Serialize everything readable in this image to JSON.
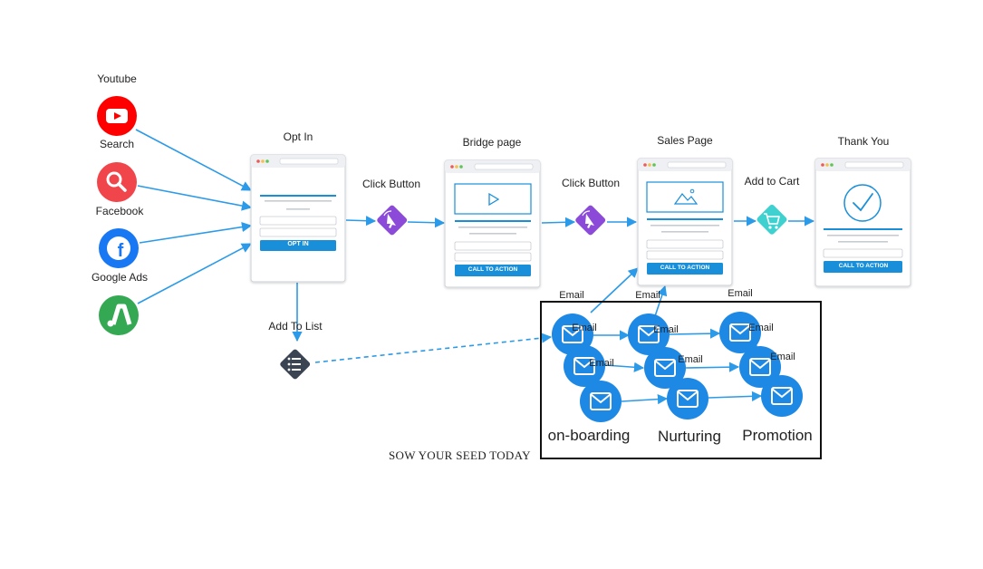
{
  "sources": {
    "youtube_label": "Youtube",
    "search_label": "Search",
    "facebook_label": "Facebook",
    "google_ads_label": "Google Ads"
  },
  "pages": {
    "opt_in": {
      "title": "Opt In",
      "button": "OPT IN"
    },
    "bridge": {
      "title": "Bridge page",
      "button": "CALL TO ACTION"
    },
    "sales": {
      "title": "Sales Page",
      "button": "CALL TO ACTION"
    },
    "thank_you": {
      "title": "Thank You",
      "button": "CALL TO ACTION"
    }
  },
  "steps": {
    "click_button_1": "Click Button",
    "click_button_2": "Click Button",
    "add_to_cart": "Add to Cart",
    "add_to_list": "Add To List"
  },
  "emails": {
    "label": "Email",
    "top_labels": [
      "Email",
      "Email",
      "Email"
    ],
    "sequences": [
      "on-boarding",
      "Nurturing",
      "Promotion"
    ]
  },
  "footer_text": "SOW YOUR SEED TODAY",
  "colors": {
    "arrow": "#2b9ae8",
    "youtube": "#ff0000",
    "search": "#f0454b",
    "facebook": "#1877f2",
    "google_ads": "#34a853",
    "click_step": "#8b4bd8",
    "cart_step": "#3fd1cf",
    "list_step": "#3b4452",
    "email_node": "#1e88e5",
    "page_button": "#1a8fd9"
  }
}
